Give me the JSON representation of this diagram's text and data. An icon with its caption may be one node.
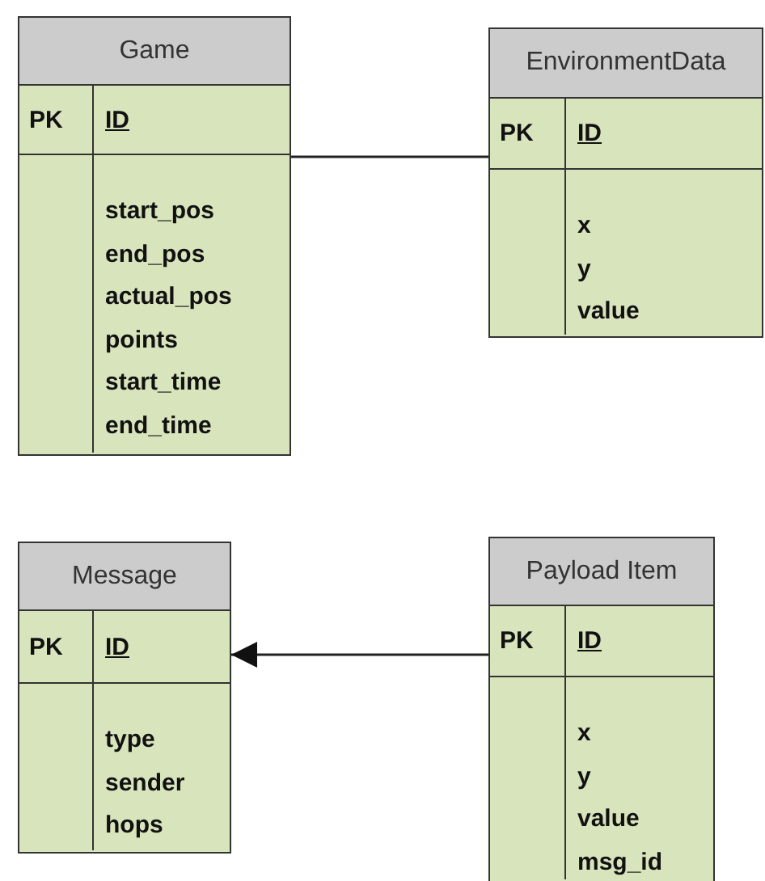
{
  "diagram": {
    "nodes": [
      {
        "text": [
          "Game",
          "PK",
          "ID",
          "start_pos",
          "end_pos",
          "actual_pos",
          "points",
          "start_time",
          "end_time"
        ]
      },
      {
        "text": [
          "EnvironmentData",
          "PK",
          "ID",
          "x",
          "y",
          "value"
        ]
      },
      {
        "text": [
          "Message",
          "PK",
          "ID",
          "type",
          "sender",
          "hops"
        ]
      },
      {
        "text": [
          "Payload Item",
          "PK",
          "ID",
          "x",
          "y",
          "value",
          "msg_id"
        ]
      }
    ],
    "edges": [
      {
        "from": 0,
        "to": 1,
        "arrow": "none"
      },
      {
        "from": 3,
        "to": 2,
        "arrow": "to"
      }
    ]
  }
}
